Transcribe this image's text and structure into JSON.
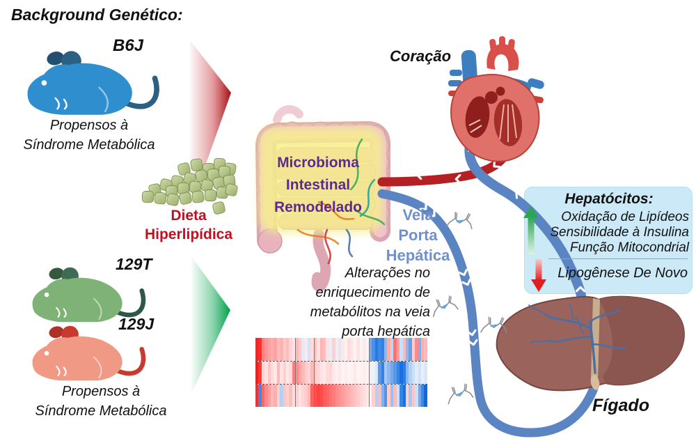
{
  "title": "Background Genético:",
  "left_panel": {
    "b6j_label": "B6J",
    "caption_top_line1": "Propensos à",
    "caption_top_line2": "Síndrome Metabólica",
    "diet_line1": "Dieta",
    "diet_line2": "Hiperlipídica",
    "m129t_label": "129T",
    "m129j_label": "129J",
    "caption_bottom_line1": "Propensos à",
    "caption_bottom_line2": "Síndrome Metabólica"
  },
  "center_panel": {
    "microbiome": [
      "Microbioma",
      "Intestinal",
      "Remodelado"
    ],
    "portal_vein_label": [
      "Veia",
      "Porta",
      "Hepática"
    ],
    "metabolite_text": [
      "Alterações no",
      "enriquecimento de",
      "metabólitos na veia",
      "porta hepática"
    ]
  },
  "right_panel": {
    "heart_label": "Coração",
    "hepatocytes_title": "Hepatócitos:",
    "hepatocytes_up_items": [
      "Oxidação de Lipídeos",
      "Sensibilidade à Insulina",
      "Função Mitocondrial"
    ],
    "hepatocytes_down_item": "Lipogênese De Novo",
    "liver_label": "Fígado"
  },
  "icons": {
    "mouse_b6j": "blue-mouse-icon",
    "mouse_129t": "green-mouse-icon",
    "mouse_129j": "salmon-mouse-icon",
    "pellets": "high-fat-diet-pellets-icon",
    "intestine": "intestine-icon",
    "heart": "heart-anatomy-icon",
    "liver": "liver-icon",
    "molecule": "metabolite-molecule-icon",
    "arrow_red": "red-gradient-right-arrow",
    "arrow_green": "green-gradient-right-arrow",
    "arrow_up_green": "increase-arrow",
    "arrow_down_red": "decrease-arrow"
  },
  "colors": {
    "diet_red": "#bc1220",
    "microbiome_purple": "#5b2b8f",
    "portal_blue_text": "#7190cb",
    "vein_blue": "#5b84c2",
    "artery_red": "#b52025",
    "box_blue": "#cbe9f7",
    "mouse_blue": "#2f8fce",
    "mouse_green": "#7fb276",
    "mouse_salmon": "#f09a86",
    "arrow_red_tip": "#a50d12",
    "arrow_green_tip": "#00a14b"
  },
  "chart_data": {
    "type": "heatmap",
    "description": "metabolite enrichment heatmap, red=enriched blue=depleted, 3 sample rows",
    "col_dividers_pct": [
      23,
      34,
      66
    ],
    "rows": [
      [
        0.95,
        0.9,
        0.55,
        0.45,
        0.4,
        0.35,
        0.4,
        0.28,
        0.33,
        0.22,
        0.28,
        0.18,
        0.12,
        0.3,
        0.22,
        -0.12,
        0.1,
        -0.18,
        0.15,
        0.25,
        0.12,
        0.32,
        0.28,
        0.12,
        -0.1,
        0.2,
        0.1,
        -0.14,
        0.1,
        0.06,
        0.15,
        0.1,
        0.05,
        0.12,
        -0.06,
        0.1,
        0.05,
        -0.55,
        -0.7,
        -0.85,
        -0.75,
        -0.8,
        -0.45,
        0.35,
        -0.25,
        0.6,
        0.42,
        -0.2,
        0.3,
        -0.45,
        -0.6,
        0.22,
        0.5,
        -0.5,
        0.35,
        0.3
      ],
      [
        0.98,
        0.85,
        0.2,
        0.12,
        0.25,
        0.15,
        0.1,
        0.3,
        0.12,
        0.2,
        0.1,
        0.15,
        0.55,
        0.5,
        0.38,
        0.3,
        0.22,
        0.18,
        0.3,
        0.22,
        0.18,
        0.12,
        0.1,
        0.15,
        0.18,
        0.1,
        0.06,
        0.1,
        0.05,
        0.08,
        0.05,
        0.06,
        0.1,
        0.05,
        0.06,
        0.08,
        0.05,
        0.1,
        -0.08,
        -0.15,
        -0.65,
        -0.8,
        -0.35,
        -0.45,
        -0.55,
        -0.65,
        -0.78,
        -0.9,
        -0.82,
        -0.45,
        -0.3,
        -0.2,
        -0.12,
        -0.18,
        -0.1,
        -0.15
      ],
      [
        0.9,
        -0.75,
        0.65,
        0.5,
        0.4,
        0.3,
        0.35,
        0.2,
        -0.3,
        0.25,
        0.2,
        0.28,
        0.15,
        0.2,
        0.12,
        0.18,
        0.22,
        0.3,
        0.68,
        0.75,
        0.8,
        0.76,
        0.7,
        0.66,
        0.6,
        0.56,
        0.5,
        0.46,
        0.42,
        0.38,
        0.34,
        0.3,
        0.26,
        0.22,
        0.18,
        0.14,
        0.1,
        0.06,
        0.2,
        -0.3,
        0.3,
        -0.5,
        -0.68,
        0.22,
        -0.4,
        0.3,
        -0.2,
        -0.78,
        -0.9,
        0.2,
        -0.35,
        0.25,
        -0.2,
        -0.55,
        -0.75,
        -0.95
      ]
    ]
  }
}
